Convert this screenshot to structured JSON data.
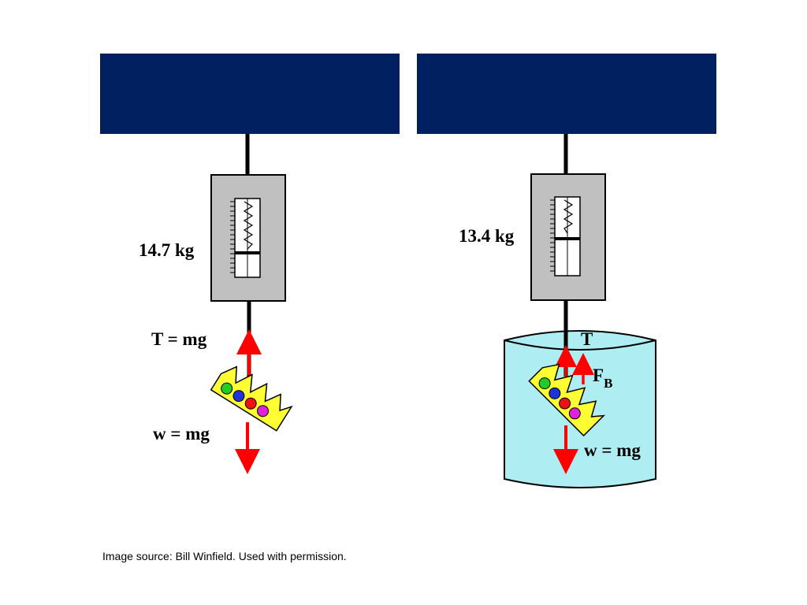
{
  "left_scene": {
    "reading": "14.7 kg",
    "tension_label": "T = mg",
    "weight_label": "w = mg"
  },
  "right_scene": {
    "reading": "13.4 kg",
    "tension_label": "T",
    "buoyant_label": "F",
    "buoyant_subscript": "B",
    "weight_label": "w = mg"
  },
  "caption": "Image source: Bill Winfield. Used with permission.",
  "colors": {
    "ceiling": "#002060",
    "scale_body": "#c0c0c0",
    "arrow": "#ff0000",
    "crown": "#ffff33",
    "water": "#aeeef2"
  }
}
